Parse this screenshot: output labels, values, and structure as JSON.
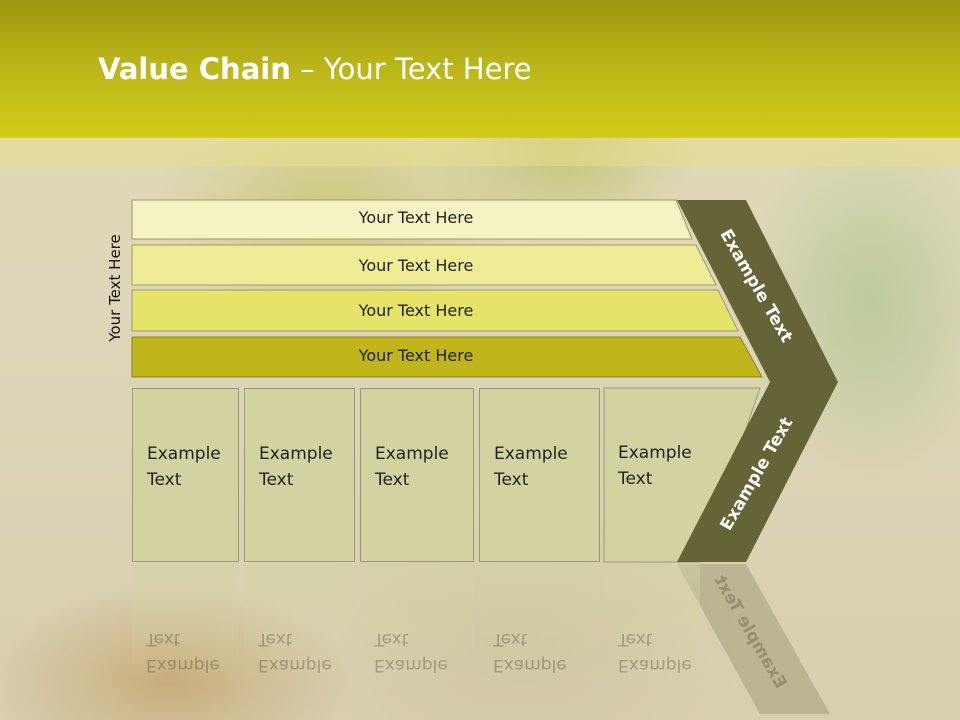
{
  "slide": {
    "title_bold": "Value Chain",
    "title_rest": " – Your Text Here",
    "vertical_label": "Your Text Here",
    "bars": [
      {
        "label": "Your Text Here",
        "color": "#f5f3c4"
      },
      {
        "label": "Your Text Here",
        "color": "#efec98"
      },
      {
        "label": "Your Text Here",
        "color": "#e6e36a"
      },
      {
        "label": "Your Text Here",
        "color": "#c0b51a"
      }
    ],
    "boxes": [
      {
        "text": "Example\nText"
      },
      {
        "text": "Example\nText"
      },
      {
        "text": "Example\nText"
      },
      {
        "text": "Example\nText"
      },
      {
        "text": "Example\nText"
      }
    ],
    "chevron": {
      "top_label": "Example Text",
      "bottom_label": "Example Text",
      "color": "#646436"
    }
  }
}
